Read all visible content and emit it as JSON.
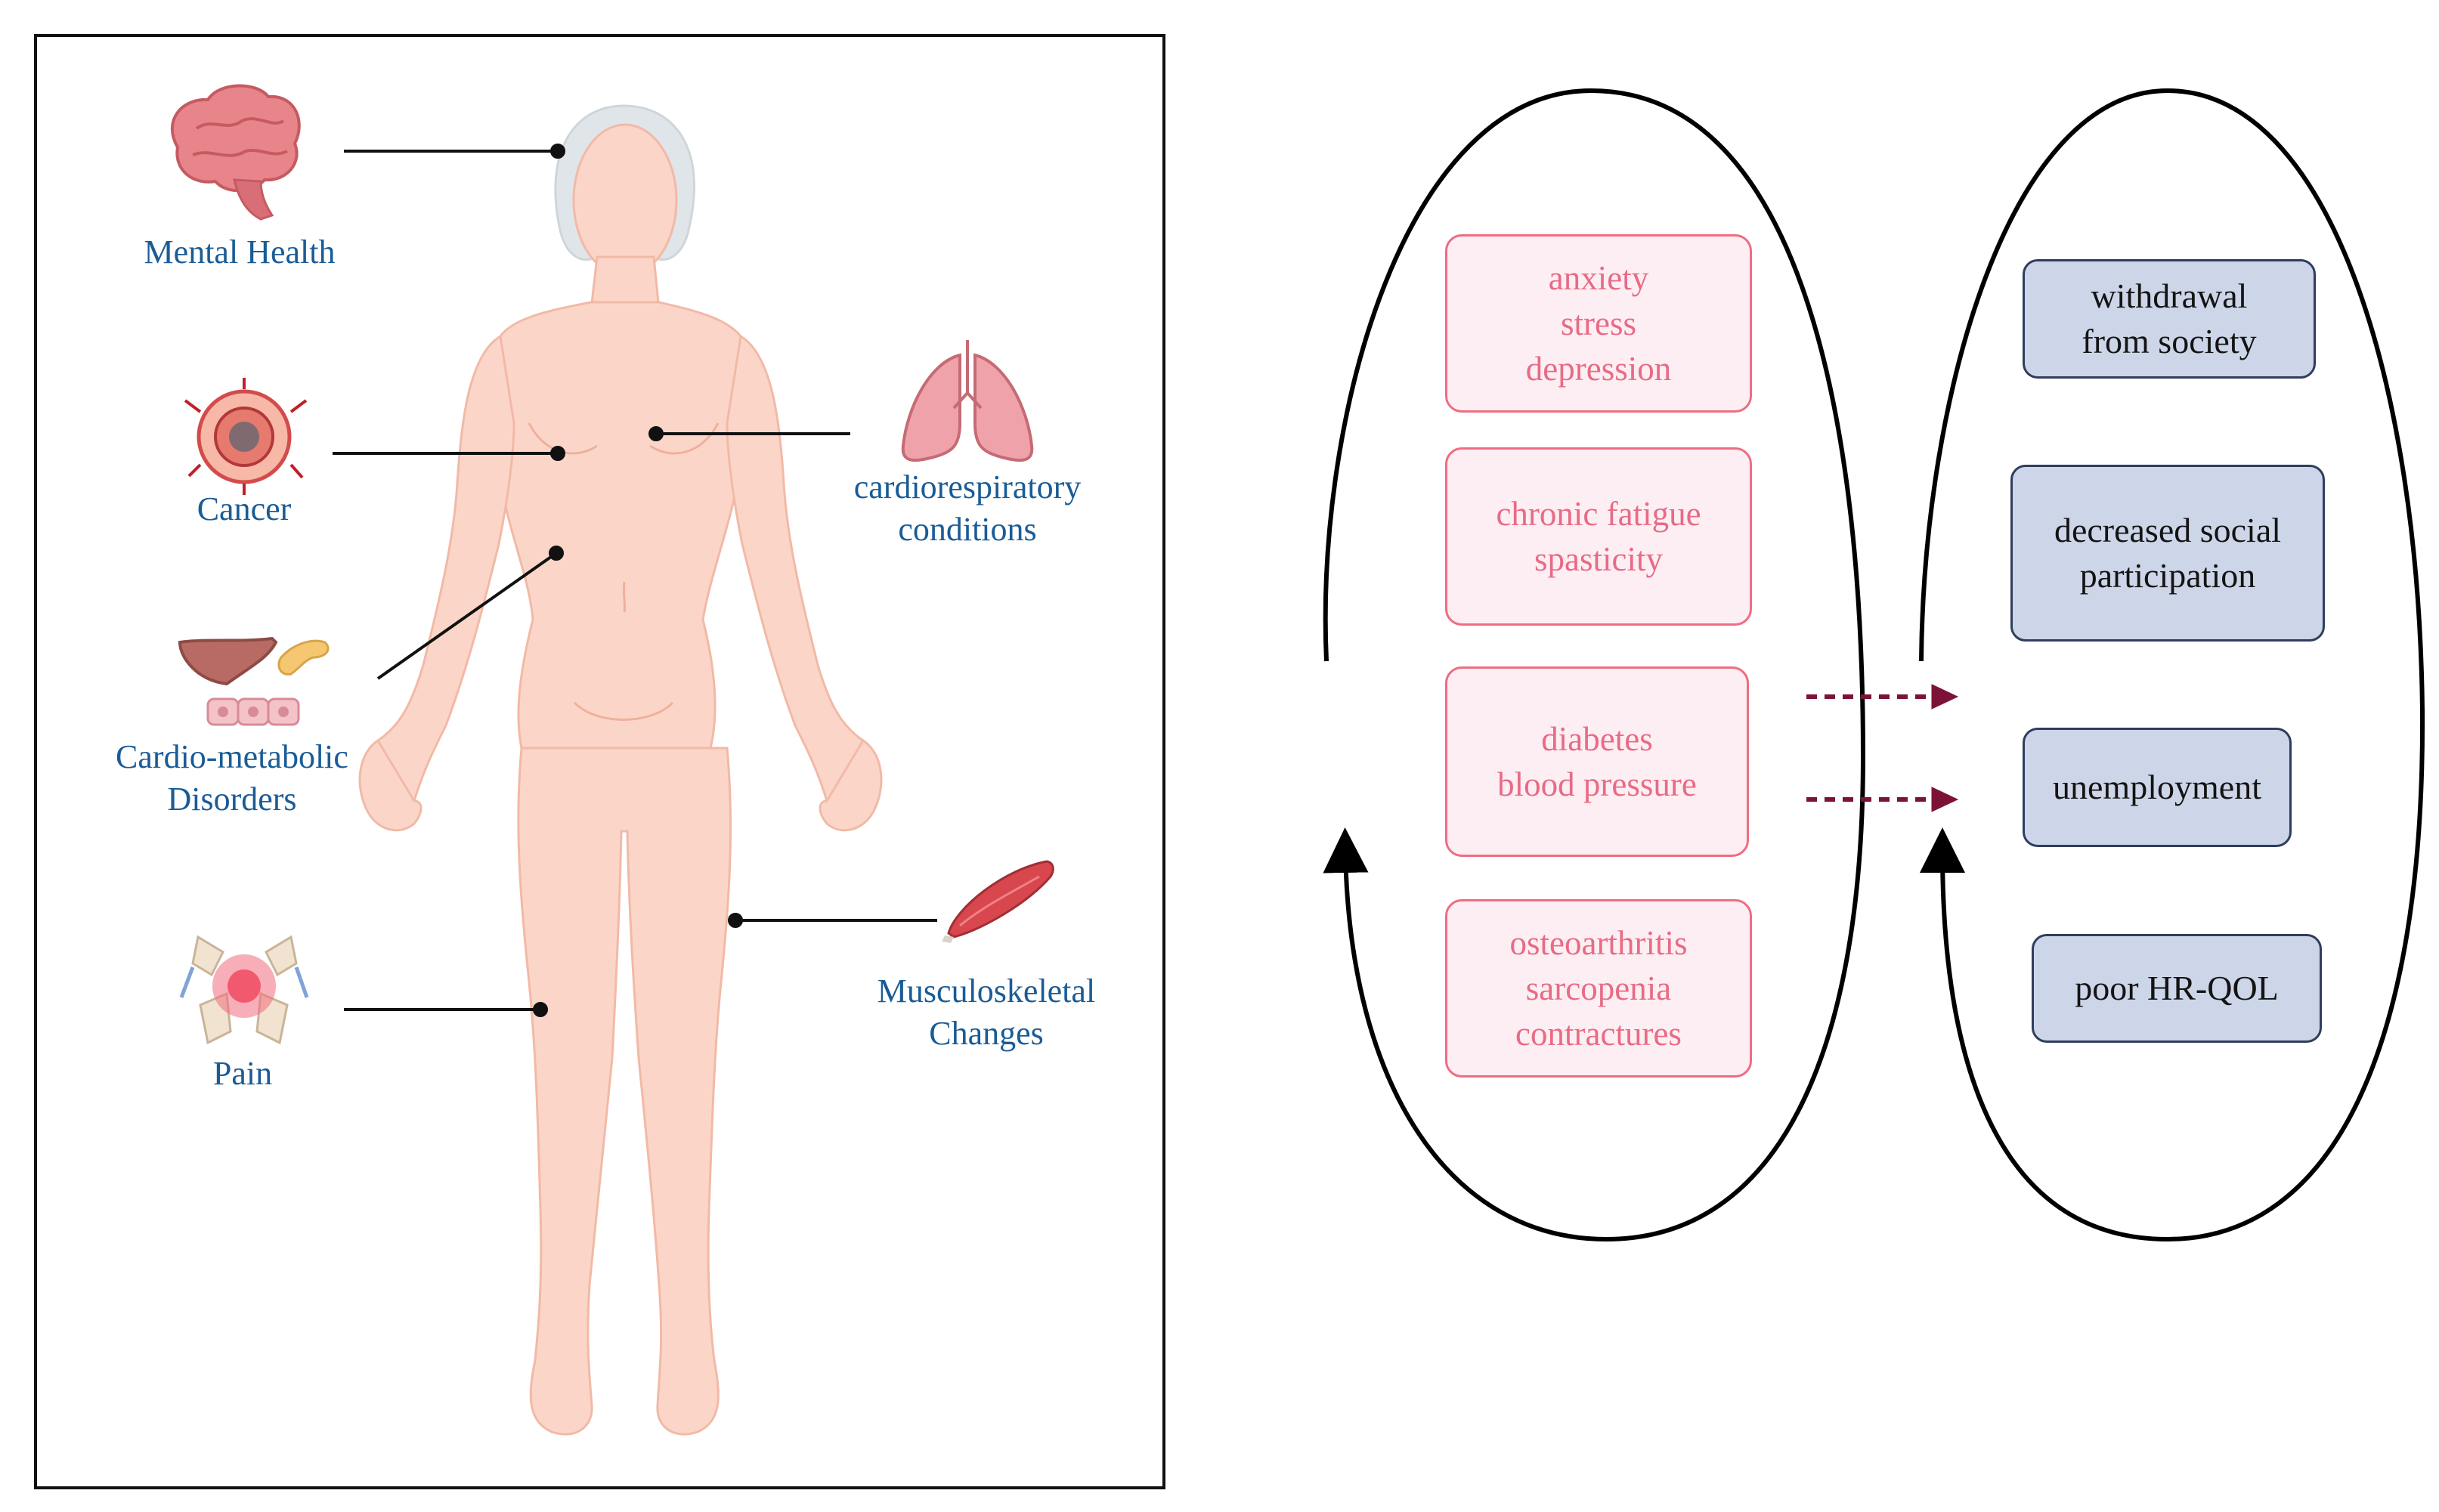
{
  "left_panel": {
    "labels": {
      "mental_health": "Mental Health",
      "cancer": "Cancer",
      "cardiometabolic": "Cardio-metabolic\nDisorders",
      "pain": "Pain",
      "cardiorespiratory": "cardiorespiratory\nconditions",
      "musculoskeletal": "Musculoskeletal\nChanges"
    },
    "icons": [
      "brain-icon",
      "tumor-cell-icon",
      "liver-pancreas-icon",
      "knee-pain-icon",
      "lungs-icon",
      "muscle-icon",
      "human-body-figure"
    ]
  },
  "right_panel": {
    "symptom_boxes": [
      "anxiety\nstress\ndepression",
      "chronic fatigue\nspasticity",
      "diabetes\nblood pressure",
      "osteoarthritis\nsarcopenia\ncontractures"
    ],
    "outcome_boxes": [
      "withdrawal\nfrom society",
      "decreased social\nparticipation",
      "unemployment",
      "poor HR-QOL"
    ]
  },
  "colors": {
    "label_blue": "#1a5c96",
    "symptom_border": "#ee6d82",
    "symptom_fill": "#fdeef3",
    "symptom_text": "#e86b85",
    "outcome_border": "#2f3d5e",
    "outcome_fill": "#cdd6e8",
    "arrow_maroon": "#7d1238",
    "skin": "#fbd6c8"
  }
}
